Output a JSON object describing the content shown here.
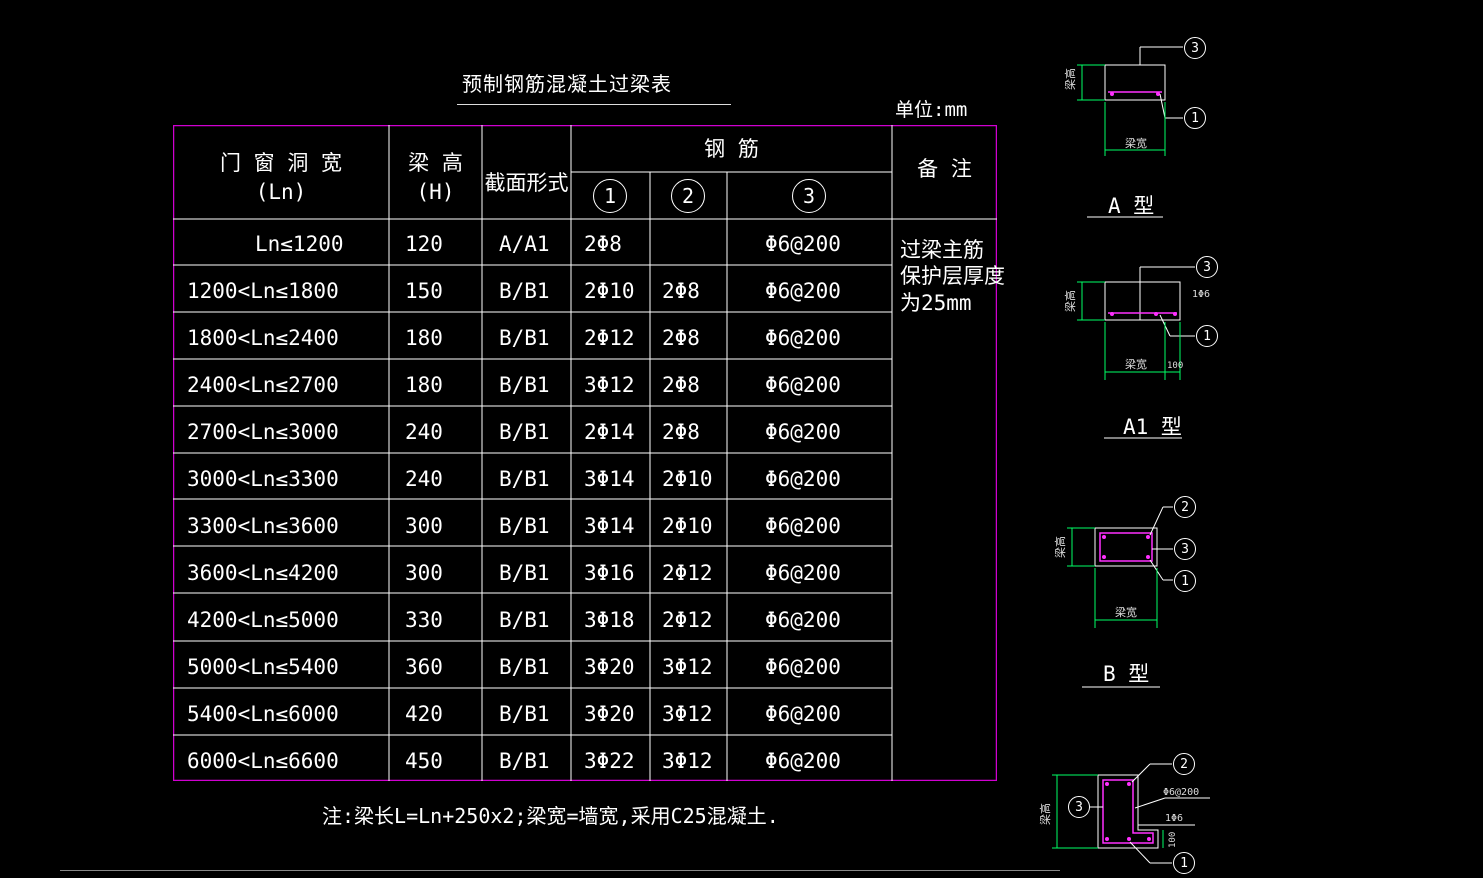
{
  "title": "预制钢筋混凝土过梁表",
  "unit": "单位:mm",
  "note": "注:梁长L=Ln+250x2;梁宽=墙宽,采用C25混凝土.",
  "table": {
    "headers": {
      "opening_width": "门 窗 洞 宽",
      "opening_width_sym": "(Ln)",
      "beam_height": "梁  高",
      "beam_height_sym": "(H)",
      "section_type": "截面形式",
      "rebar": "钢    筋",
      "rebar_1": "1",
      "rebar_2": "2",
      "rebar_3": "3",
      "remarks": "备  注"
    },
    "rows": [
      {
        "ln": "Ln≤1200",
        "h": "120",
        "section": "A/A1",
        "r1": "2Φ8",
        "r2": "",
        "r3": "Φ6@200"
      },
      {
        "ln": "1200<Ln≤1800",
        "h": "150",
        "section": "B/B1",
        "r1": "2Φ10",
        "r2": "2Φ8",
        "r3": "Φ6@200"
      },
      {
        "ln": "1800<Ln≤2400",
        "h": "180",
        "section": "B/B1",
        "r1": "2Φ12",
        "r2": "2Φ8",
        "r3": "Φ6@200"
      },
      {
        "ln": "2400<Ln≤2700",
        "h": "180",
        "section": "B/B1",
        "r1": "3Φ12",
        "r2": "2Φ8",
        "r3": "Φ6@200"
      },
      {
        "ln": "2700<Ln≤3000",
        "h": "240",
        "section": "B/B1",
        "r1": "2Φ14",
        "r2": "2Φ8",
        "r3": "Φ6@200"
      },
      {
        "ln": "3000<Ln≤3300",
        "h": "240",
        "section": "B/B1",
        "r1": "3Φ14",
        "r2": "2Φ10",
        "r3": "Φ6@200"
      },
      {
        "ln": "3300<Ln≤3600",
        "h": "300",
        "section": "B/B1",
        "r1": "3Φ14",
        "r2": "2Φ10",
        "r3": "Φ6@200"
      },
      {
        "ln": "3600<Ln≤4200",
        "h": "300",
        "section": "B/B1",
        "r1": "3Φ16",
        "r2": "2Φ12",
        "r3": "Φ6@200"
      },
      {
        "ln": "4200<Ln≤5000",
        "h": "330",
        "section": "B/B1",
        "r1": "3Φ18",
        "r2": "2Φ12",
        "r3": "Φ6@200"
      },
      {
        "ln": "5000<Ln≤5400",
        "h": "360",
        "section": "B/B1",
        "r1": "3Φ20",
        "r2": "3Φ12",
        "r3": "Φ6@200"
      },
      {
        "ln": "5400<Ln≤6000",
        "h": "420",
        "section": "B/B1",
        "r1": "3Φ20",
        "r2": "3Φ12",
        "r3": "Φ6@200"
      },
      {
        "ln": "6000<Ln≤6600",
        "h": "450",
        "section": "B/B1",
        "r1": "3Φ22",
        "r2": "3Φ12",
        "r3": "Φ6@200"
      }
    ],
    "remark_lines": [
      "过梁主筋",
      "保护层厚度",
      "为25mm"
    ]
  },
  "sections": {
    "a": {
      "label": "A  型",
      "beam_height": "梁高",
      "beam_width": "梁宽",
      "m1": "1",
      "m3": "3"
    },
    "a1": {
      "label": "A1 型",
      "beam_height": "梁高",
      "beam_width": "梁宽",
      "dim": "100",
      "bar": "1Φ6",
      "m1": "1",
      "m3": "3"
    },
    "b": {
      "label": "B  型",
      "beam_height": "梁高",
      "beam_width": "梁宽",
      "m1": "1",
      "m2": "2",
      "m3": "3"
    },
    "b1": {
      "beam_height": "梁高",
      "dim": "100",
      "stirrup": "Φ6@200",
      "bar": "1Φ6",
      "m1": "1",
      "m2": "2",
      "m3": "3"
    }
  },
  "colors": {
    "background": "#000000",
    "table_border": "#d000d0",
    "lines": "#ffffff",
    "dimension": "#00ff66",
    "rebar": "#ff30ff"
  }
}
